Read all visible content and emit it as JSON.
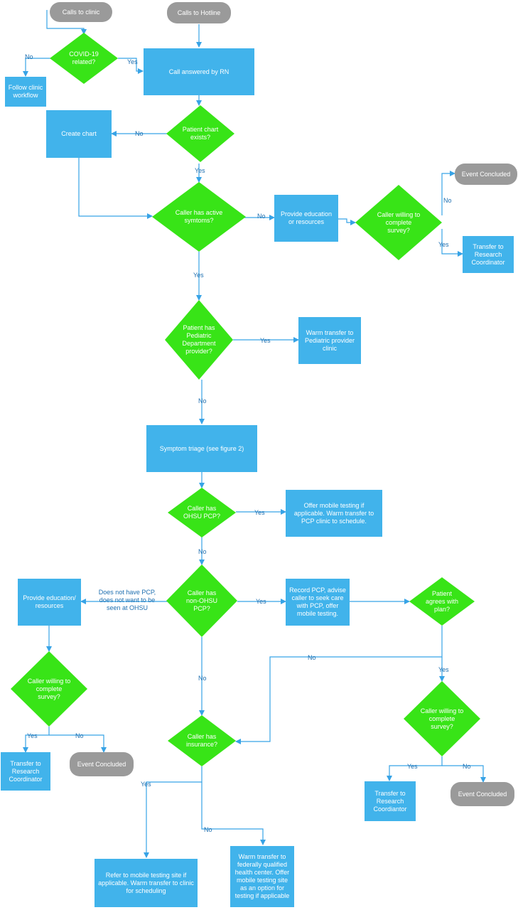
{
  "colors": {
    "process": "#41b3eb",
    "decision": "#38e417",
    "terminal": "#9a9a9a",
    "connector": "#37a3e6",
    "label": "#1e6fb0"
  },
  "nodes": {
    "calls_clinic": "Calls to clinic",
    "calls_hotline": "Calls to Hotline",
    "covid_related": "COVID-19 related?",
    "call_answered": "Call answered by RN",
    "follow_clinic": "Follow clinic workflow",
    "create_chart": "Create chart",
    "chart_exists": "Patient chart exists?",
    "active_symptoms": "Caller has active symtoms?",
    "provide_education": "Provide education or resources",
    "willing_survey_1": "Caller willing to complete survey?",
    "event_concluded_1": "Event Concluded",
    "transfer_research_1": "Transfer to Research Coordinator",
    "pediatric_provider": "Patient has Pediatric Department provider?",
    "warm_transfer_pediatric": "Warm transfer to Pediatric provider clinic",
    "symptom_triage": "Symptom triage (see figure 2)",
    "ohsu_pcp": "Caller has OHSU PCP?",
    "offer_mobile": "Offer mobile testing if applicable.  Warm transfer to PCP clinic to schedule.",
    "non_ohsu_pcp": "Caller has non-OHSU PCP?",
    "provide_education_2": "Provide education/ resources",
    "record_pcp": "Record PCP, advise caller to seek care with PCP, offer mobile testing.",
    "agrees_plan": "Patient agrees with plan?",
    "willing_survey_2": "Caller willing to complete survey?",
    "willing_survey_3": "Caller willing to complete survey?",
    "has_insurance": "Caller has insurance?",
    "transfer_research_2": "Transfer to Research Coordinator",
    "event_concluded_2": "Event Concluded",
    "transfer_research_3": "Transfer to Research Coordiantor",
    "event_concluded_3": "Event Concluded",
    "refer_mobile": "Refer to mobile testing site if applicable.  Warm transfer to clinic for scheduling",
    "warm_transfer_fqhc": "Warm transfer to federally qualified health center.  Offer mobile testing site as an option for testing if applicable"
  },
  "labels": {
    "covid_no": "No",
    "covid_yes": "Yes",
    "chart_no": "No",
    "chart_yes": "Yes",
    "symptoms_no": "No",
    "symptoms_yes": "Yes",
    "survey1_no": "No",
    "survey1_yes": "Yes",
    "pediatric_yes": "Yes",
    "pediatric_no": "No",
    "ohsu_yes": "Yes",
    "ohsu_no": "No",
    "nonohsu_none": "Does not have PCP, does not want to be seen at OHSU",
    "nonohsu_yes": "Yes",
    "nonohsu_no": "No",
    "agrees_no": "No",
    "agrees_yes": "Yes",
    "survey2_yes": "Yes",
    "survey2_no": "No",
    "survey3_yes": "Yes",
    "survey3_no": "No",
    "insurance_yes": "Yes",
    "insurance_no": "No"
  }
}
